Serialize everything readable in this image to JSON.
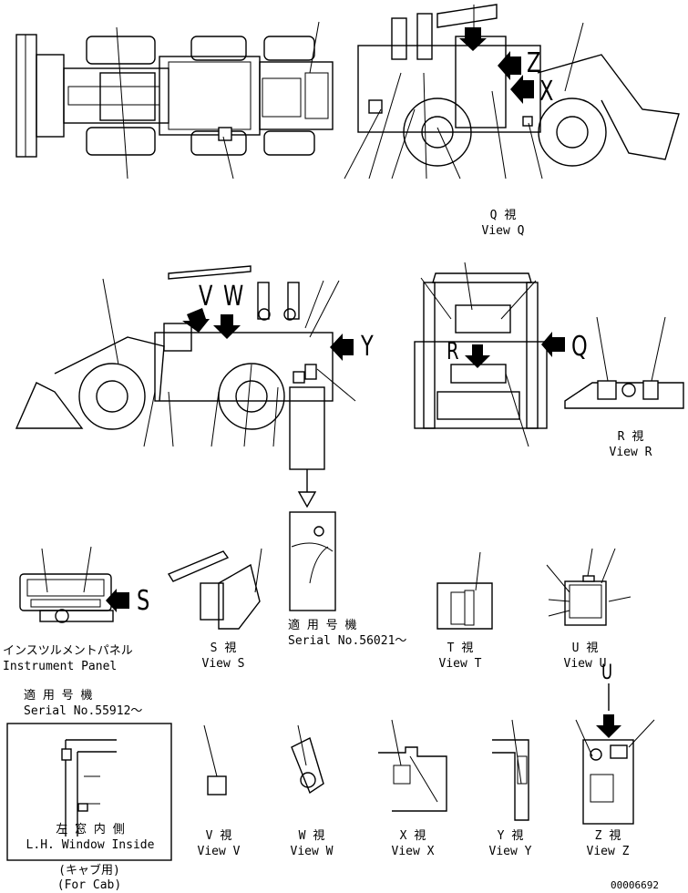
{
  "views": {
    "q": {
      "title_jp": "Q 視",
      "title_en": "View Q"
    },
    "r": {
      "title_jp": "R 視",
      "title_en": "View R"
    },
    "s": {
      "title_jp": "S 視",
      "title_en": "View S"
    },
    "t": {
      "title_jp": "T 視",
      "title_en": "View T"
    },
    "u": {
      "title_jp": "U 視",
      "title_en": "View U"
    },
    "v": {
      "title_jp": "V 視",
      "title_en": "View V"
    },
    "w": {
      "title_jp": "W 視",
      "title_en": "View W"
    },
    "x": {
      "title_jp": "X 視",
      "title_en": "View X"
    },
    "y": {
      "title_jp": "Y 視",
      "title_en": "View Y"
    },
    "z": {
      "title_jp": "Z 視",
      "title_en": "View Z"
    }
  },
  "arrow_letters": {
    "q": "Q",
    "r": "R",
    "s": "S",
    "u": "U",
    "v": "V",
    "w": "W",
    "x": "X",
    "y": "Y",
    "z": "Z"
  },
  "instrument_panel": {
    "jp": "インスツルメントパネル",
    "en": "Instrument Panel"
  },
  "serial_56021": {
    "jp": "適 用 号 機",
    "en": "Serial No.56021～"
  },
  "serial_55912": {
    "jp": "適 用 号 機",
    "en": "Serial No.55912～"
  },
  "lh_window": {
    "jp": "左 窓 内 側",
    "en": "L.H. Window Inside"
  },
  "for_cab": {
    "jp": "(キャブ用)",
    "en": "(For Cab)"
  },
  "drawing_number": "00006692"
}
